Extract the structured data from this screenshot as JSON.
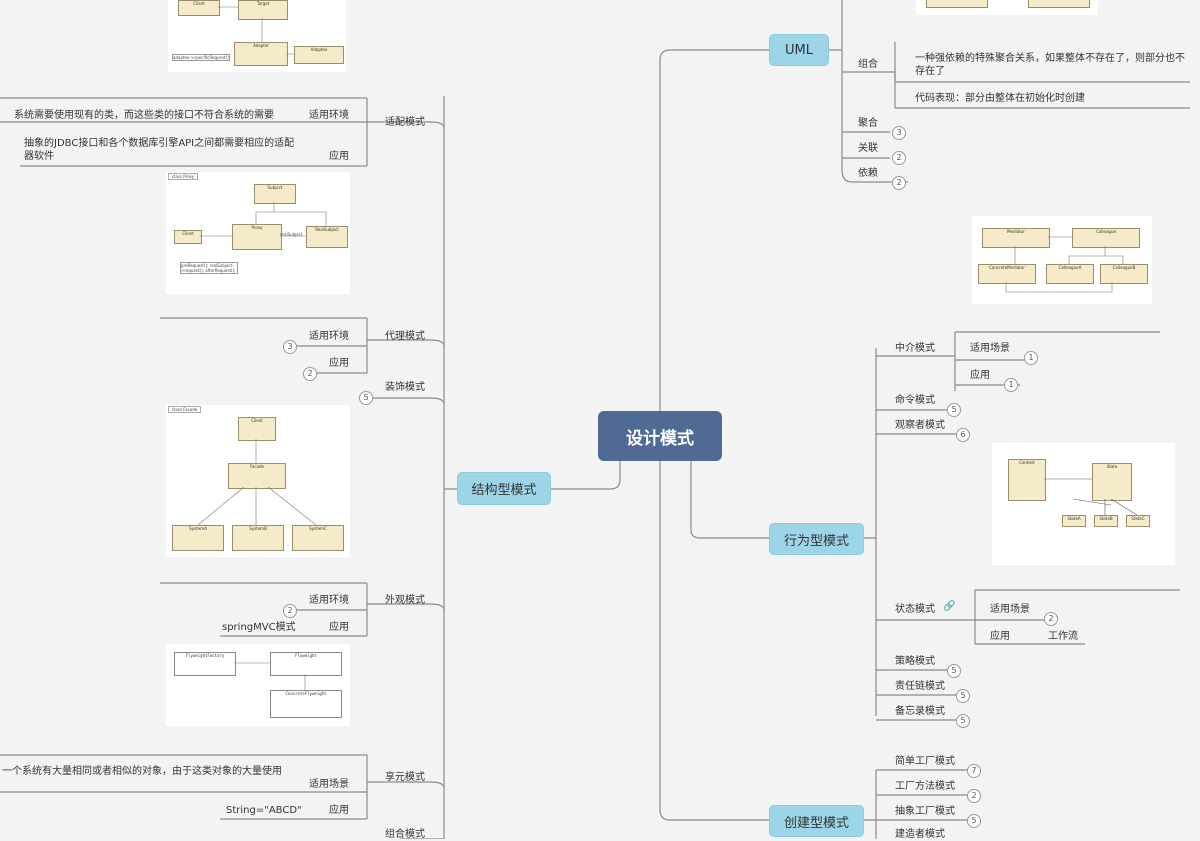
{
  "root": {
    "label": "设计模式"
  },
  "branches": {
    "uml": "UML",
    "structural": "结构型模式",
    "behavioral": "行为型模式",
    "creational": "创建型模式"
  },
  "uml": {
    "composition": {
      "label": "组合",
      "desc": "一种强依赖的特殊聚合关系，如果整体不存在了，则部分也不存在了",
      "code": "代码表现：部分由整体在初始化时创建"
    },
    "aggregation": {
      "label": "聚合",
      "count": "3"
    },
    "association": {
      "label": "关联",
      "count": "2"
    },
    "dependency": {
      "label": "依赖",
      "count": "2"
    }
  },
  "structural": {
    "adapter": {
      "label": "适配模式",
      "scene_label": "适用环境",
      "scene_text": "系统需要使用现有的类，而这些类的接口不符合系统的需要",
      "app_label": "应用",
      "app_text": "抽象的JDBC接口和各个数据库引擎API之间都需要相应的适配器软件"
    },
    "proxy": {
      "label": "代理模式",
      "scene_label": "适用环境",
      "scene_count": "3",
      "app_label": "应用",
      "app_count": "2"
    },
    "decorator": {
      "label": "装饰模式",
      "count": "5"
    },
    "facade": {
      "label": "外观模式",
      "scene_label": "适用环境",
      "scene_count": "2",
      "app_label": "应用",
      "app_text": "springMVC模式"
    },
    "flyweight": {
      "label": "享元模式",
      "scene_label": "适用场景",
      "scene_text": "一个系统有大量相同或者相似的对象，由于这类对象的大量使用",
      "app_label": "应用",
      "app_text": "String=\"ABCD\""
    },
    "composite": {
      "label": "组合模式"
    }
  },
  "behavioral": {
    "mediator": {
      "label": "中介模式",
      "scene_label": "适用场景",
      "scene_count": "1",
      "app_label": "应用",
      "app_count": "1"
    },
    "command": {
      "label": "命令模式",
      "count": "5"
    },
    "observer": {
      "label": "观察者模式",
      "count": "6"
    },
    "state": {
      "label": "状态模式",
      "scene_label": "适用场景",
      "scene_count": "2",
      "app_label": "应用",
      "app_text": "工作流"
    },
    "strategy": {
      "label": "策略模式",
      "count": "5"
    },
    "chain": {
      "label": "责任链模式",
      "count": "5"
    },
    "memento": {
      "label": "备忘录模式",
      "count": "5"
    }
  },
  "creational": {
    "simple_factory": {
      "label": "简单工厂模式",
      "count": "7"
    },
    "factory_method": {
      "label": "工厂方法模式",
      "count": "2"
    },
    "abstract_factory": {
      "label": "抽象工厂模式",
      "count": "5"
    },
    "builder": {
      "label": "建造者模式"
    }
  },
  "diagrams": {
    "adapter": {
      "client": "Client",
      "target": "Target",
      "adapter": "Adapter",
      "adaptee": "Adaptee",
      "note": "adaptee->specificRequest()"
    },
    "proxy": {
      "tab": "class Proxy",
      "subject": "Subject",
      "client": "Client",
      "proxy": "Proxy",
      "real": "RealSubject",
      "rel": "realSubject",
      "note": "preRequest(); realSubject->request(); afterRequest();"
    },
    "facade": {
      "tab": "class Facade",
      "client": "Client",
      "facade": "Facade",
      "a": "SystemA",
      "b": "SystemB",
      "c": "SystemC"
    },
    "flyweight": {
      "factory": "FlyweightFactory",
      "flyweight": "Flyweight",
      "concrete": "ConcreteFlyweight"
    },
    "mediator": {
      "mediator": "Mediator",
      "colleague": "Colleague",
      "concrete_mediator": "ConcreteMediator",
      "colleague_a": "ColleagueA",
      "colleague_b": "ColleagueB"
    },
    "state": {
      "context": "Context",
      "state": "State",
      "a": "StateA",
      "b": "StateB",
      "c": "StateC"
    }
  },
  "colors": {
    "root": "#4f6a93",
    "branch": "#9dd5e8",
    "line": "#8c8c8c"
  }
}
